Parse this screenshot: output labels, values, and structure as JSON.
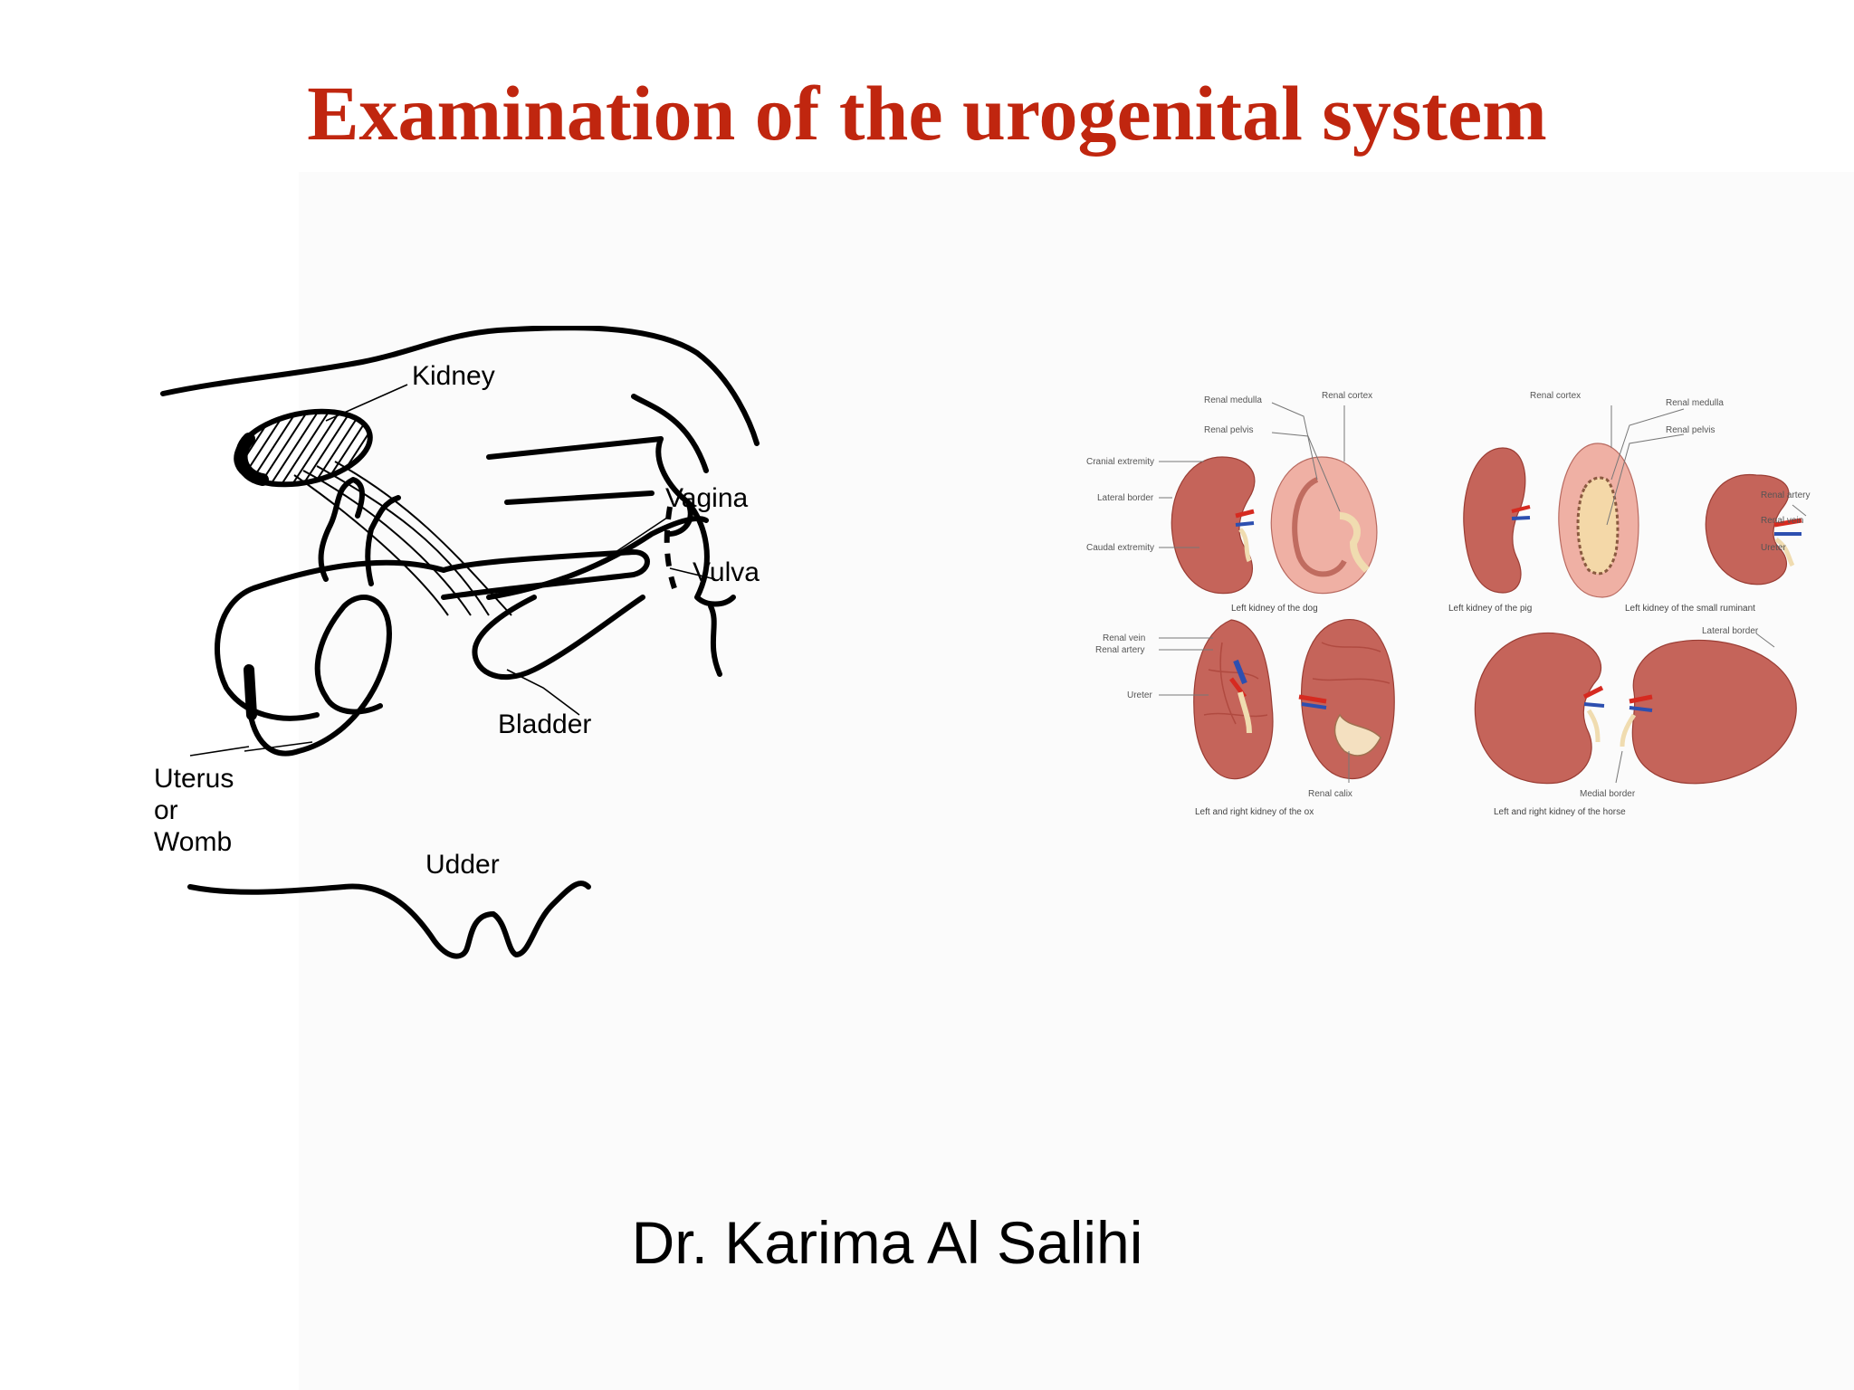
{
  "slide": {
    "title": "Examination of the urogenital system",
    "author": "Dr. Karima Al Salihi"
  },
  "left_diagram": {
    "labels": {
      "kidney": "Kidney",
      "vagina": "Vagina",
      "vulva": "Vulva",
      "bladder": "Bladder",
      "uterus_1": "Uterus",
      "uterus_2": "or",
      "uterus_3": "Womb",
      "udder": "Udder"
    }
  },
  "right_diagram": {
    "labels": {
      "dog_renal_medulla": "Renal medulla",
      "dog_renal_cortex": "Renal cortex",
      "dog_renal_pelvis": "Renal pelvis",
      "cranial_extremity": "Cranial extremity",
      "lateral_border": "Lateral border",
      "caudal_extremity": "Caudal extremity",
      "pig_renal_cortex": "Renal cortex",
      "sr_renal_medulla": "Renal medulla",
      "sr_renal_pelvis": "Renal pelvis",
      "renal_artery": "Renal artery",
      "renal_vein": "Renal vein",
      "ureter": "Ureter",
      "ox_renal_vein": "Renal vein",
      "ox_renal_artery": "Renal artery",
      "ox_ureter": "Ureter",
      "renal_calix": "Renal calix",
      "horse_lateral_border": "Lateral border",
      "medial_border": "Medial border"
    },
    "captions": {
      "dog": "Left kidney of the dog",
      "pig": "Left kidney of the pig",
      "small_ruminant": "Left kidney of the small ruminant",
      "ox": "Left and right kidney of the ox",
      "horse": "Left and right kidney of the horse"
    }
  },
  "colors": {
    "title": "#c0260f",
    "kidney_fill": "#c5645a",
    "kidney_cut": "#efb0a4",
    "artery": "#d62a20",
    "vein": "#2d4fb0",
    "ureter": "#f0dcb0"
  }
}
